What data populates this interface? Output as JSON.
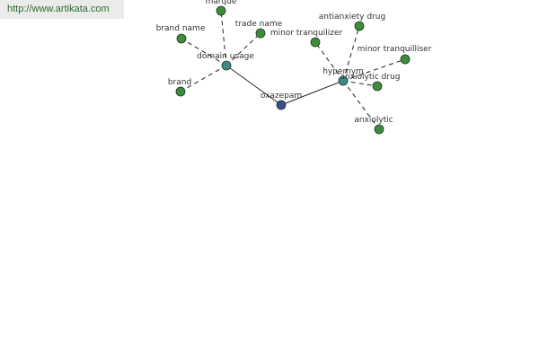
{
  "banner": {
    "url": "http://www.artikata.com"
  },
  "colors": {
    "leaf": "#3e8b3e",
    "hub": "#3e8b8b",
    "root": "#3a4a8e",
    "edge": "#222222",
    "banner_bg": "#ebebeb",
    "banner_text": "#2e6b2e"
  },
  "nodes": {
    "root": {
      "label": "oxazepam"
    },
    "domain_usage": {
      "label": "domain usage"
    },
    "hypernym": {
      "label": "hypernym"
    },
    "marque": {
      "label": "marque"
    },
    "brand_name": {
      "label": "brand name"
    },
    "trade_name": {
      "label": "trade name"
    },
    "brand": {
      "label": "brand"
    },
    "antianxiety_drug": {
      "label": "antianxiety drug"
    },
    "minor_tranquilizer": {
      "label": "minor tranquilizer"
    },
    "minor_tranquilliser": {
      "label": "minor tranquilliser"
    },
    "anxiolytic_drug": {
      "label": "anxiolytic drug"
    },
    "anxiolytic": {
      "label": "anxiolytic"
    }
  }
}
